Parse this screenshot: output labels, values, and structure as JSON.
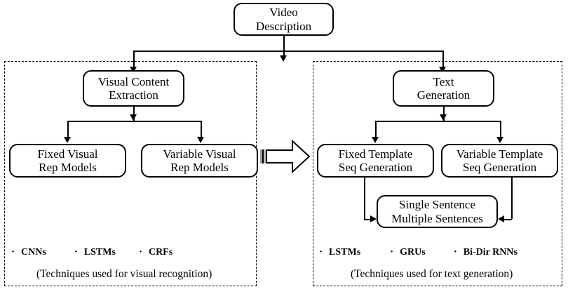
{
  "diagram": {
    "title_box": {
      "lines": [
        "Video",
        "Description"
      ]
    },
    "left_panel": {
      "name": "visual-content-branch",
      "parent_box": {
        "lines": [
          "Visual Content",
          "Extraction"
        ]
      },
      "children": [
        {
          "lines": [
            "Fixed Visual",
            "Rep Models"
          ]
        },
        {
          "lines": [
            "Variable Visual",
            "Rep Models"
          ]
        }
      ],
      "techniques": [
        "CNNs",
        "LSTMs",
        "CRFs"
      ],
      "caption": "(Techniques used for visual recognition)"
    },
    "right_panel": {
      "name": "text-generation-branch",
      "parent_box": {
        "lines": [
          "Text",
          "Generation"
        ]
      },
      "children": [
        {
          "lines": [
            "Fixed Template",
            "Seq Generation"
          ]
        },
        {
          "lines": [
            "Variable Template",
            "Seq Generation"
          ]
        }
      ],
      "output_box": {
        "lines": [
          "Single Sentence",
          "Multiple Sentences"
        ]
      },
      "techniques": [
        "LSTMs",
        "GRUs",
        "Bi-Dir RNNs"
      ],
      "caption": "(Techniques used for text generation)"
    },
    "bullet_glyph": "·",
    "colors": {
      "stroke": "#000000",
      "background": "#ffffff",
      "panel_border": "#000000",
      "arrow_tail_stripe": "#808080"
    }
  }
}
